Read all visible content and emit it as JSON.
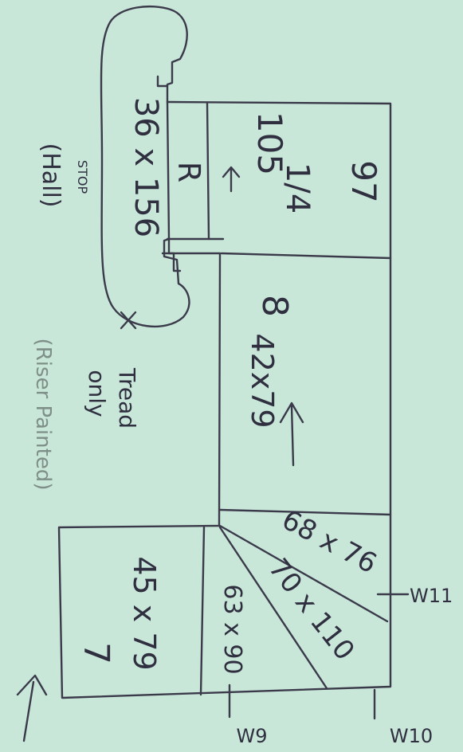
{
  "colors": {
    "paper": "#c9e7d9",
    "ink": "#3a3a4a",
    "pencil": "#7e8f88"
  },
  "labels": {
    "stair_dims": "36 x 156",
    "riser_mark": "R",
    "room_105_number": "105",
    "room_105_fraction": "1/4",
    "room_97": "97",
    "room_8_number": "8",
    "room_8_dims": "42x79",
    "room_7_number": "7",
    "room_7_dims": "45 x 79",
    "wedge_68": "68 x 76",
    "wedge_70": "70 x 110",
    "wedge_63": "63 x 90",
    "step_note": "STOP",
    "hall_note": "(Hall)",
    "tread_only_line1": "Tread",
    "tread_only_line2": "only",
    "riser_painted_note": "(Riser Painted)",
    "w9": "W9",
    "w10": "W10",
    "w11": "W11"
  }
}
